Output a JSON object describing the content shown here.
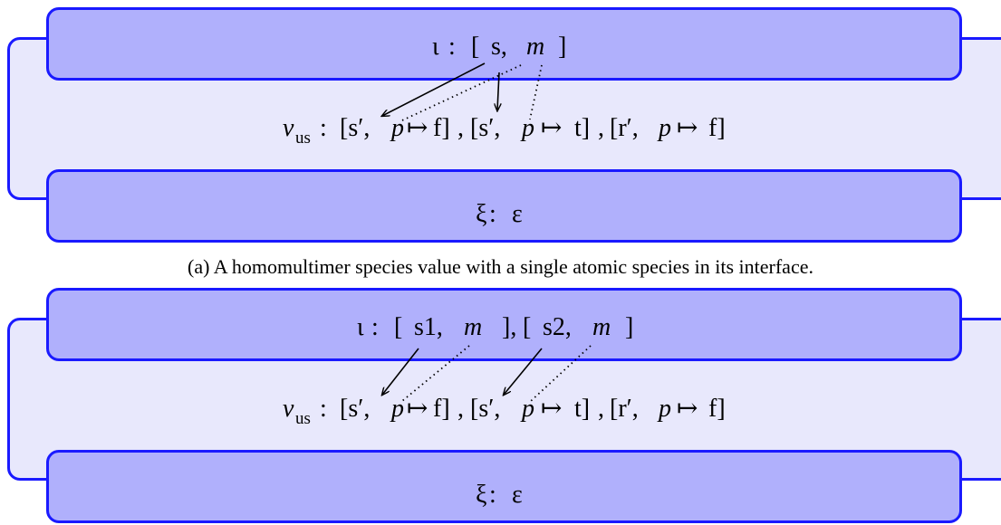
{
  "figure_a": {
    "iota": {
      "symbol": "ι",
      "colon": " : ",
      "items": [
        "[",
        "s,",
        "m",
        "]"
      ]
    },
    "nu": {
      "symbol": "v",
      "subscript": "us",
      "colon": " : ",
      "terms": [
        [
          "[s′,",
          "p",
          "↦",
          "f]"
        ],
        [
          "[s′,",
          "p",
          "↦",
          "t]"
        ],
        [
          "[r′,",
          "p",
          "↦",
          "f]"
        ]
      ]
    },
    "xi": {
      "symbol": "ξ",
      "colon": " : ",
      "value": "ε"
    },
    "caption": "(a) A homomultimer species value with a single atomic species in its interface."
  },
  "figure_b": {
    "iota": {
      "symbol": "ι",
      "colon": " : ",
      "items": [
        "[",
        "s1,",
        "m",
        "],",
        "[",
        "s2,",
        "m",
        "]"
      ]
    },
    "nu": {
      "symbol": "v",
      "subscript": "us",
      "colon": " : ",
      "terms": [
        [
          "[s′,",
          "p",
          "↦",
          "f]"
        ],
        [
          "[s′,",
          "p",
          "↦",
          "t]"
        ],
        [
          "[r′,",
          "p",
          "↦",
          "f]"
        ]
      ]
    },
    "xi": {
      "symbol": "ξ",
      "colon": " : ",
      "value": "ε"
    }
  },
  "colors": {
    "border": "#1a1aff",
    "bar_fill": "#b0b0fc",
    "outer_fill": "#e8e8fc"
  }
}
